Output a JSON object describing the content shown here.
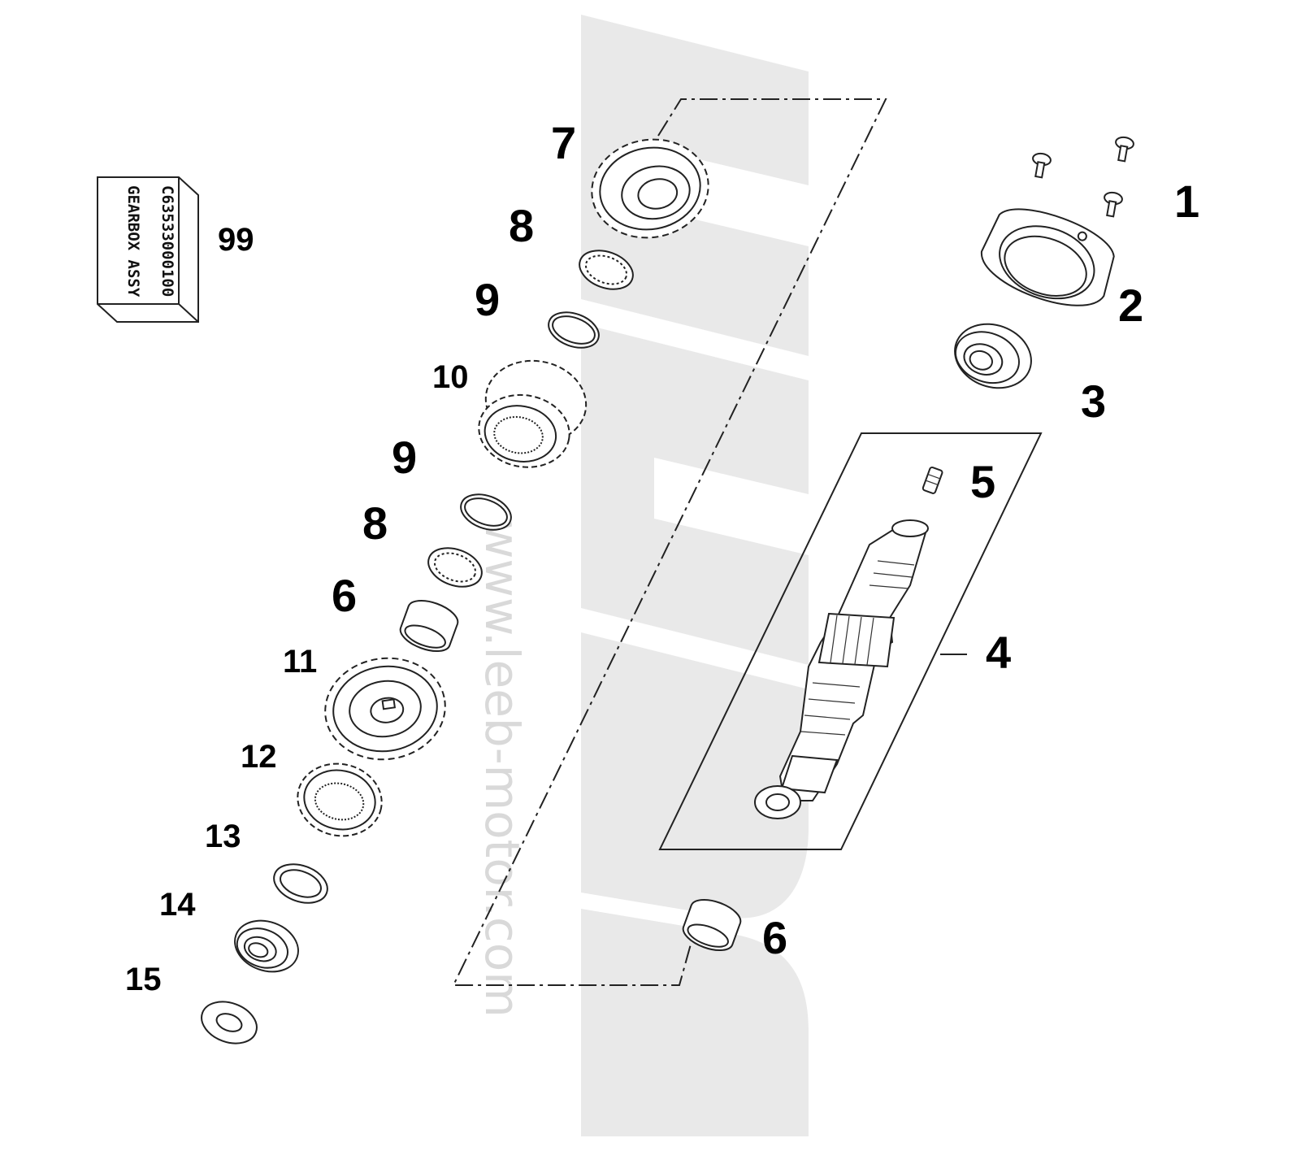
{
  "watermark": {
    "brand": "LEEB",
    "url": "www.leeb-motor.com"
  },
  "box_label": {
    "code": "C63533000100",
    "name": "GEARBOX ASSY",
    "callout": "99"
  },
  "callouts": {
    "c1": "1",
    "c2": "2",
    "c3": "3",
    "c4": "4",
    "c5": "5",
    "c6a": "6",
    "c6b": "6",
    "c7": "7",
    "c8a": "8",
    "c8b": "8",
    "c9a": "9",
    "c9b": "9",
    "c10": "10",
    "c11": "11",
    "c12": "12",
    "c13": "13",
    "c14": "14",
    "c15": "15"
  },
  "colors": {
    "line": "#222222",
    "watermark": "#e9e9e9"
  }
}
